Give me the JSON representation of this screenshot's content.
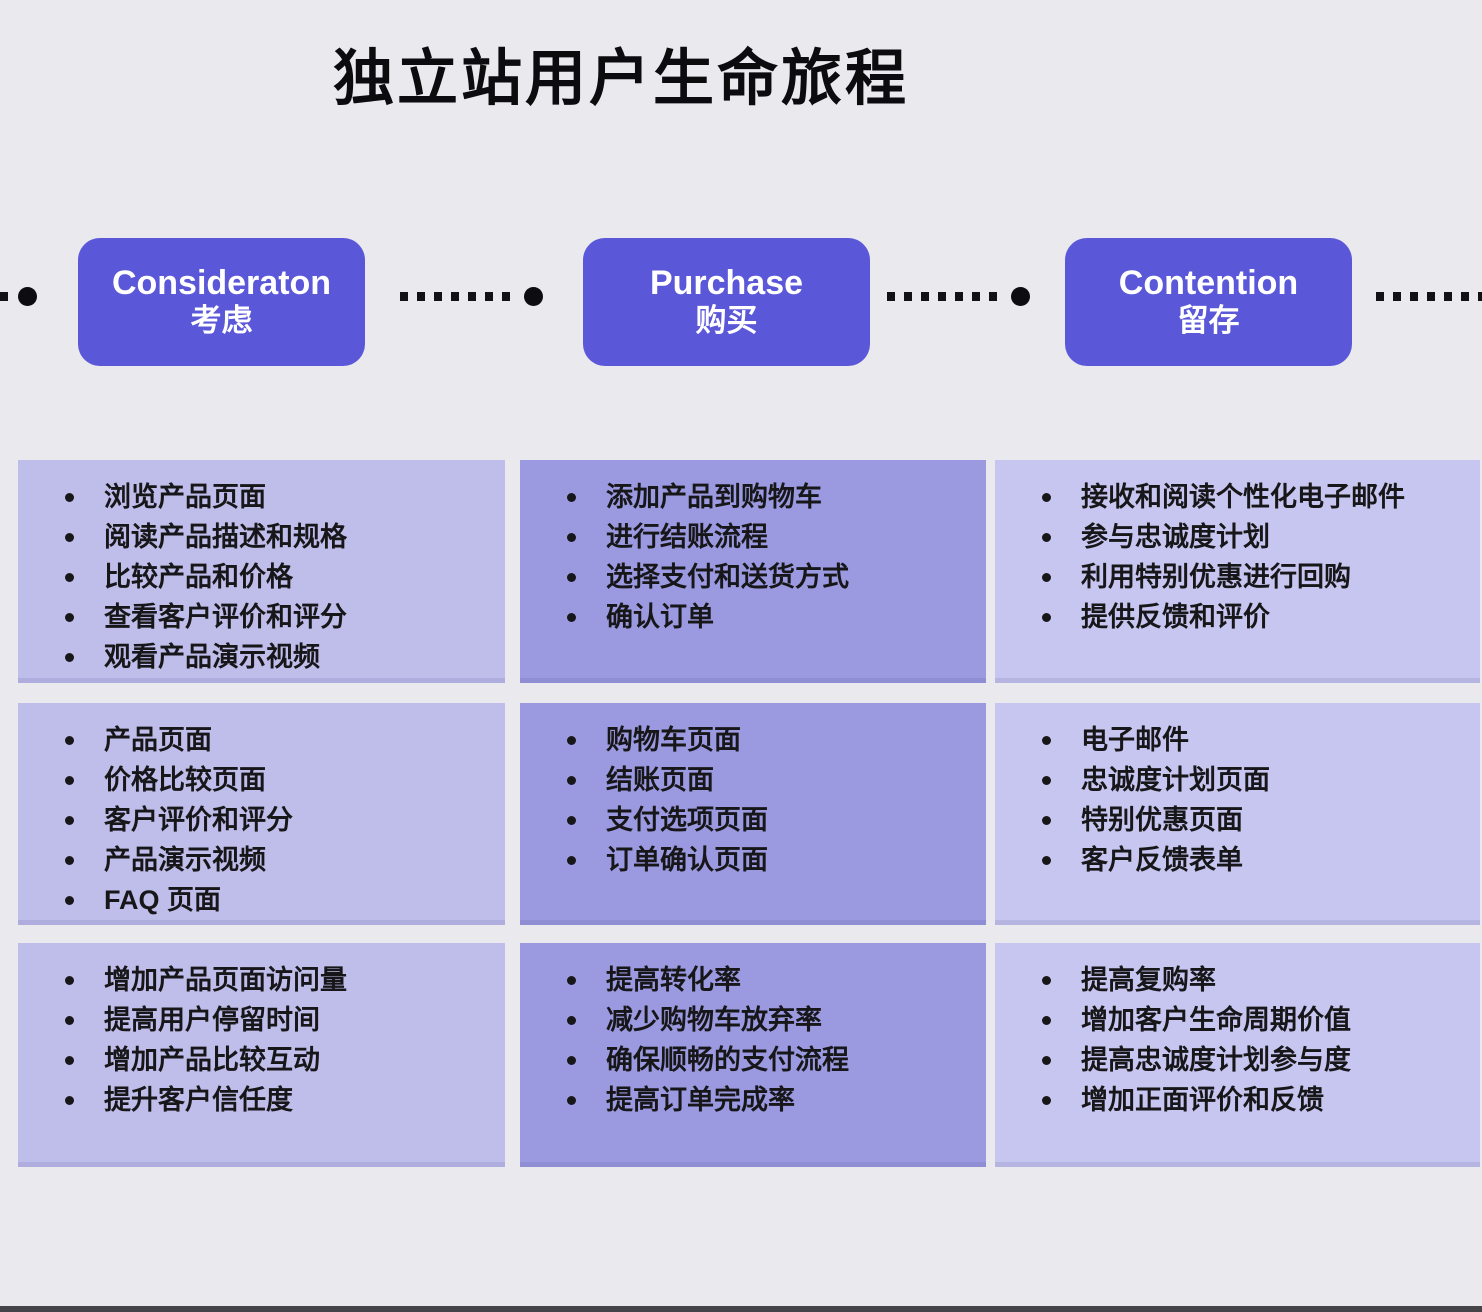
{
  "title": "独立站用户生命旅程",
  "columns": [
    {
      "stage_en": "Consideraton",
      "stage_cn": "考虑",
      "actions": [
        "浏览产品页面",
        "阅读产品描述和规格",
        "比较产品和价格",
        "查看客户评价和评分",
        "观看产品演示视频"
      ],
      "touchpoints": [
        "产品页面",
        "价格比较页面",
        "客户评价和评分",
        "产品演示视频",
        "FAQ 页面"
      ],
      "goals": [
        "增加产品页面访问量",
        "提高用户停留时间",
        "增加产品比较互动",
        "提升客户信任度"
      ]
    },
    {
      "stage_en": "Purchase",
      "stage_cn": "购买",
      "actions": [
        "添加产品到购物车",
        "进行结账流程",
        "选择支付和送货方式",
        "确认订单"
      ],
      "touchpoints": [
        "购物车页面",
        "结账页面",
        "支付选项页面",
        "订单确认页面"
      ],
      "goals": [
        "提高转化率",
        "减少购物车放弃率",
        "确保顺畅的支付流程",
        "提高订单完成率"
      ]
    },
    {
      "stage_en": "Contention",
      "stage_cn": "留存",
      "actions": [
        "接收和阅读个性化电子邮件",
        "参与忠诚度计划",
        "利用特别优惠进行回购",
        "提供反馈和评价"
      ],
      "touchpoints": [
        "电子邮件",
        "忠诚度计划页面",
        "特别优惠页面",
        "客户反馈表单"
      ],
      "goals": [
        "提高复购率",
        "增加客户生命周期价值",
        "提高忠诚度计划参与度",
        "增加正面评价和反馈"
      ]
    }
  ],
  "colors": {
    "background": "#e9e9ee",
    "badge": "#5a57d9",
    "card_left_column": "#bfbdea",
    "card_middle_column": "#9b99e0",
    "card_right_column": "#c7c6f0",
    "connector": "#121214",
    "text": "#17171a"
  }
}
